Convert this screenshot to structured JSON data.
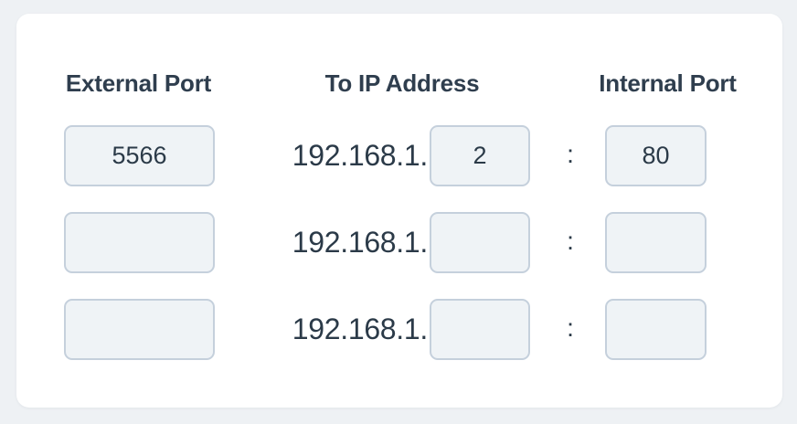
{
  "card": {
    "headers": {
      "external_port": "External Port",
      "to_ip_address": "To IP Address",
      "internal_port": "Internal Port"
    },
    "ip_prefix": "192.168.1.",
    "separator": ":",
    "rows": [
      {
        "external_port": "5566",
        "ip_octet": "2",
        "internal_port": "80",
        "external_port_placeholder": "",
        "ip_octet_placeholder": "",
        "internal_port_placeholder": ""
      },
      {
        "external_port": "",
        "ip_octet": "",
        "internal_port": "",
        "external_port_placeholder": "",
        "ip_octet_placeholder": "",
        "internal_port_placeholder": ""
      },
      {
        "external_port": "",
        "ip_octet": "",
        "internal_port": "",
        "external_port_placeholder": "",
        "ip_octet_placeholder": "",
        "internal_port_placeholder": ""
      }
    ]
  },
  "colors": {
    "page_background": "#eef1f4",
    "card_background": "#ffffff",
    "text": "#2b3a48",
    "header_text": "#2f3e4e",
    "field_fill": "#eff3f6",
    "field_border": "#c5d0dc"
  }
}
